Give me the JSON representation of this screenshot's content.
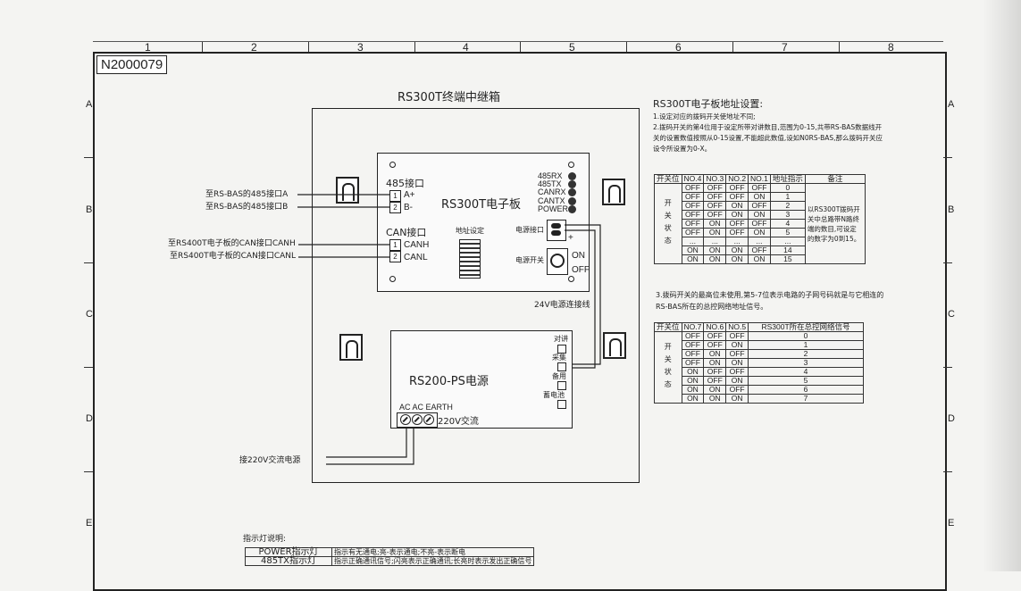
{
  "drawing_id": "N2000079",
  "col_labels": [
    "1",
    "2",
    "3",
    "4",
    "5",
    "6",
    "7",
    "8"
  ],
  "row_labels": [
    "A",
    "B",
    "C",
    "D",
    "E"
  ],
  "cabinet_title": "RS300T终端中继箱",
  "board": {
    "title": "RS300T电子板",
    "port485": "485接口",
    "pin485": [
      "A+",
      "B-"
    ],
    "portCAN": "CAN接口",
    "pinCAN": [
      "CANH",
      "CANL"
    ],
    "leds": [
      "485RX",
      "485TX",
      "CANRX",
      "CANTX",
      "POWER"
    ],
    "addr_set": "地址设定",
    "power_port": "电源接口",
    "power_switch": "电源开关",
    "on": "ON",
    "off": "OFF"
  },
  "left_labels": [
    "至RS-BAS的485接口A",
    "至RS-BAS的485接口B",
    "至RS400T电子板的CAN接口CANH",
    "至RS400T电子板的CAN接口CANL"
  ],
  "cable_24v": "24V电源连接线",
  "psu": {
    "title": "RS200-PS电源",
    "side": [
      "对讲",
      "采集",
      "备用",
      "蓄电池"
    ],
    "terminals": "AC AC EARTH",
    "ac220": "220V交流"
  },
  "ac_input": "接220V交流电源",
  "notes": {
    "title": "RS300T电子板地址设置:",
    "l1": "1.设定对应的拨码开关使地址不同;",
    "l2": "2.拨码开关的第4位用于设定所带对讲数目,范围为0-15,共带RS-BAS数据线开",
    "l3": "关的设置数值按照从0-15设置,不能超此数值,设如N0RS-BAS,那么拨码开关应",
    "l4": "设令所设置为0-X。",
    "l5": "3.拨码开关的最高位未使用,第5-7位表示电路的子网号码就是与它相连的",
    "l6": "RS-BAS所在的总控网络地址信号。"
  },
  "table1": {
    "h": [
      "开关位",
      "NO.4",
      "NO.3",
      "NO.2",
      "NO.1",
      "地址指示",
      "备注"
    ],
    "side": "开关状态",
    "rows": [
      [
        "OFF",
        "OFF",
        "OFF",
        "OFF",
        "0"
      ],
      [
        "OFF",
        "OFF",
        "OFF",
        "ON",
        "1"
      ],
      [
        "OFF",
        "OFF",
        "ON",
        "OFF",
        "2"
      ],
      [
        "OFF",
        "OFF",
        "ON",
        "ON",
        "3"
      ],
      [
        "OFF",
        "ON",
        "OFF",
        "OFF",
        "4"
      ],
      [
        "OFF",
        "ON",
        "OFF",
        "ON",
        "5"
      ],
      [
        "...",
        "...",
        "...",
        "...",
        "..."
      ],
      [
        "ON",
        "ON",
        "ON",
        "OFF",
        "14"
      ],
      [
        "ON",
        "ON",
        "ON",
        "ON",
        "15"
      ]
    ],
    "remark": "以RS300T拨码开关中总路带N路终端的数目,可设定的数字为0到15。"
  },
  "table2": {
    "h": [
      "开关位",
      "NO.7",
      "NO.6",
      "NO.5",
      "RS300T所在总控网络信号"
    ],
    "side": "开关状态",
    "rows": [
      [
        "OFF",
        "OFF",
        "OFF",
        "0"
      ],
      [
        "OFF",
        "OFF",
        "ON",
        "1"
      ],
      [
        "OFF",
        "ON",
        "OFF",
        "2"
      ],
      [
        "OFF",
        "ON",
        "ON",
        "3"
      ],
      [
        "ON",
        "OFF",
        "OFF",
        "4"
      ],
      [
        "ON",
        "OFF",
        "ON",
        "5"
      ],
      [
        "ON",
        "ON",
        "OFF",
        "6"
      ],
      [
        "ON",
        "ON",
        "ON",
        "7"
      ]
    ]
  },
  "indicator": {
    "title": "指示灯说明:",
    "rows": [
      [
        "POWER指示灯",
        "指示有无通电;亮-表示通电;不亮-表示断电"
      ],
      [
        "485TX指示灯",
        "指示正确通讯信号;闪亮表示正确通讯;长亮时表示发出正确信号"
      ]
    ]
  }
}
